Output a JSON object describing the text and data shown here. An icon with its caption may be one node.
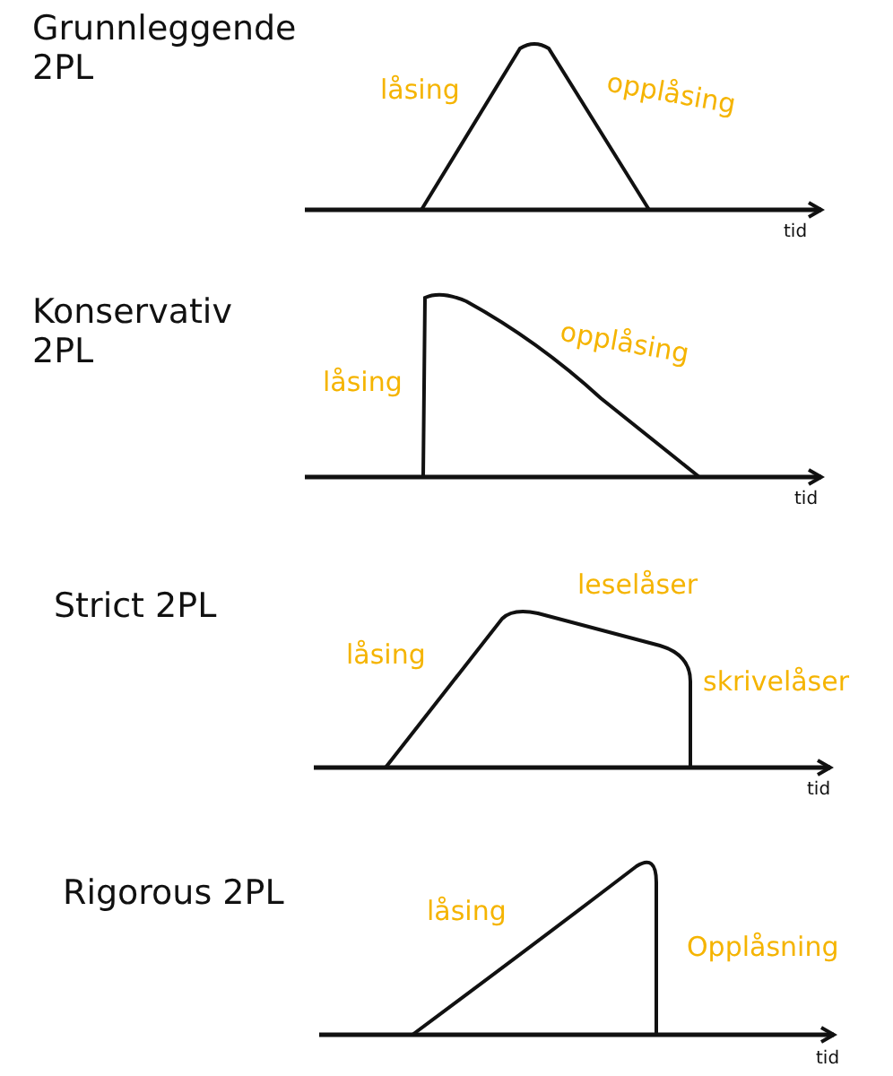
{
  "diagram": {
    "labels": [
      "Grunnleggende 2PL",
      "låsing",
      "opplåsing",
      "tid",
      "Konservativ 2PL",
      "låsing",
      "opplåsing",
      "tid",
      "Strict 2PL",
      "leselåser",
      "låsing",
      "skrivelåser",
      "tid",
      "Rigorous 2PL",
      "låsing",
      "Opplåsning",
      "tid"
    ]
  }
}
